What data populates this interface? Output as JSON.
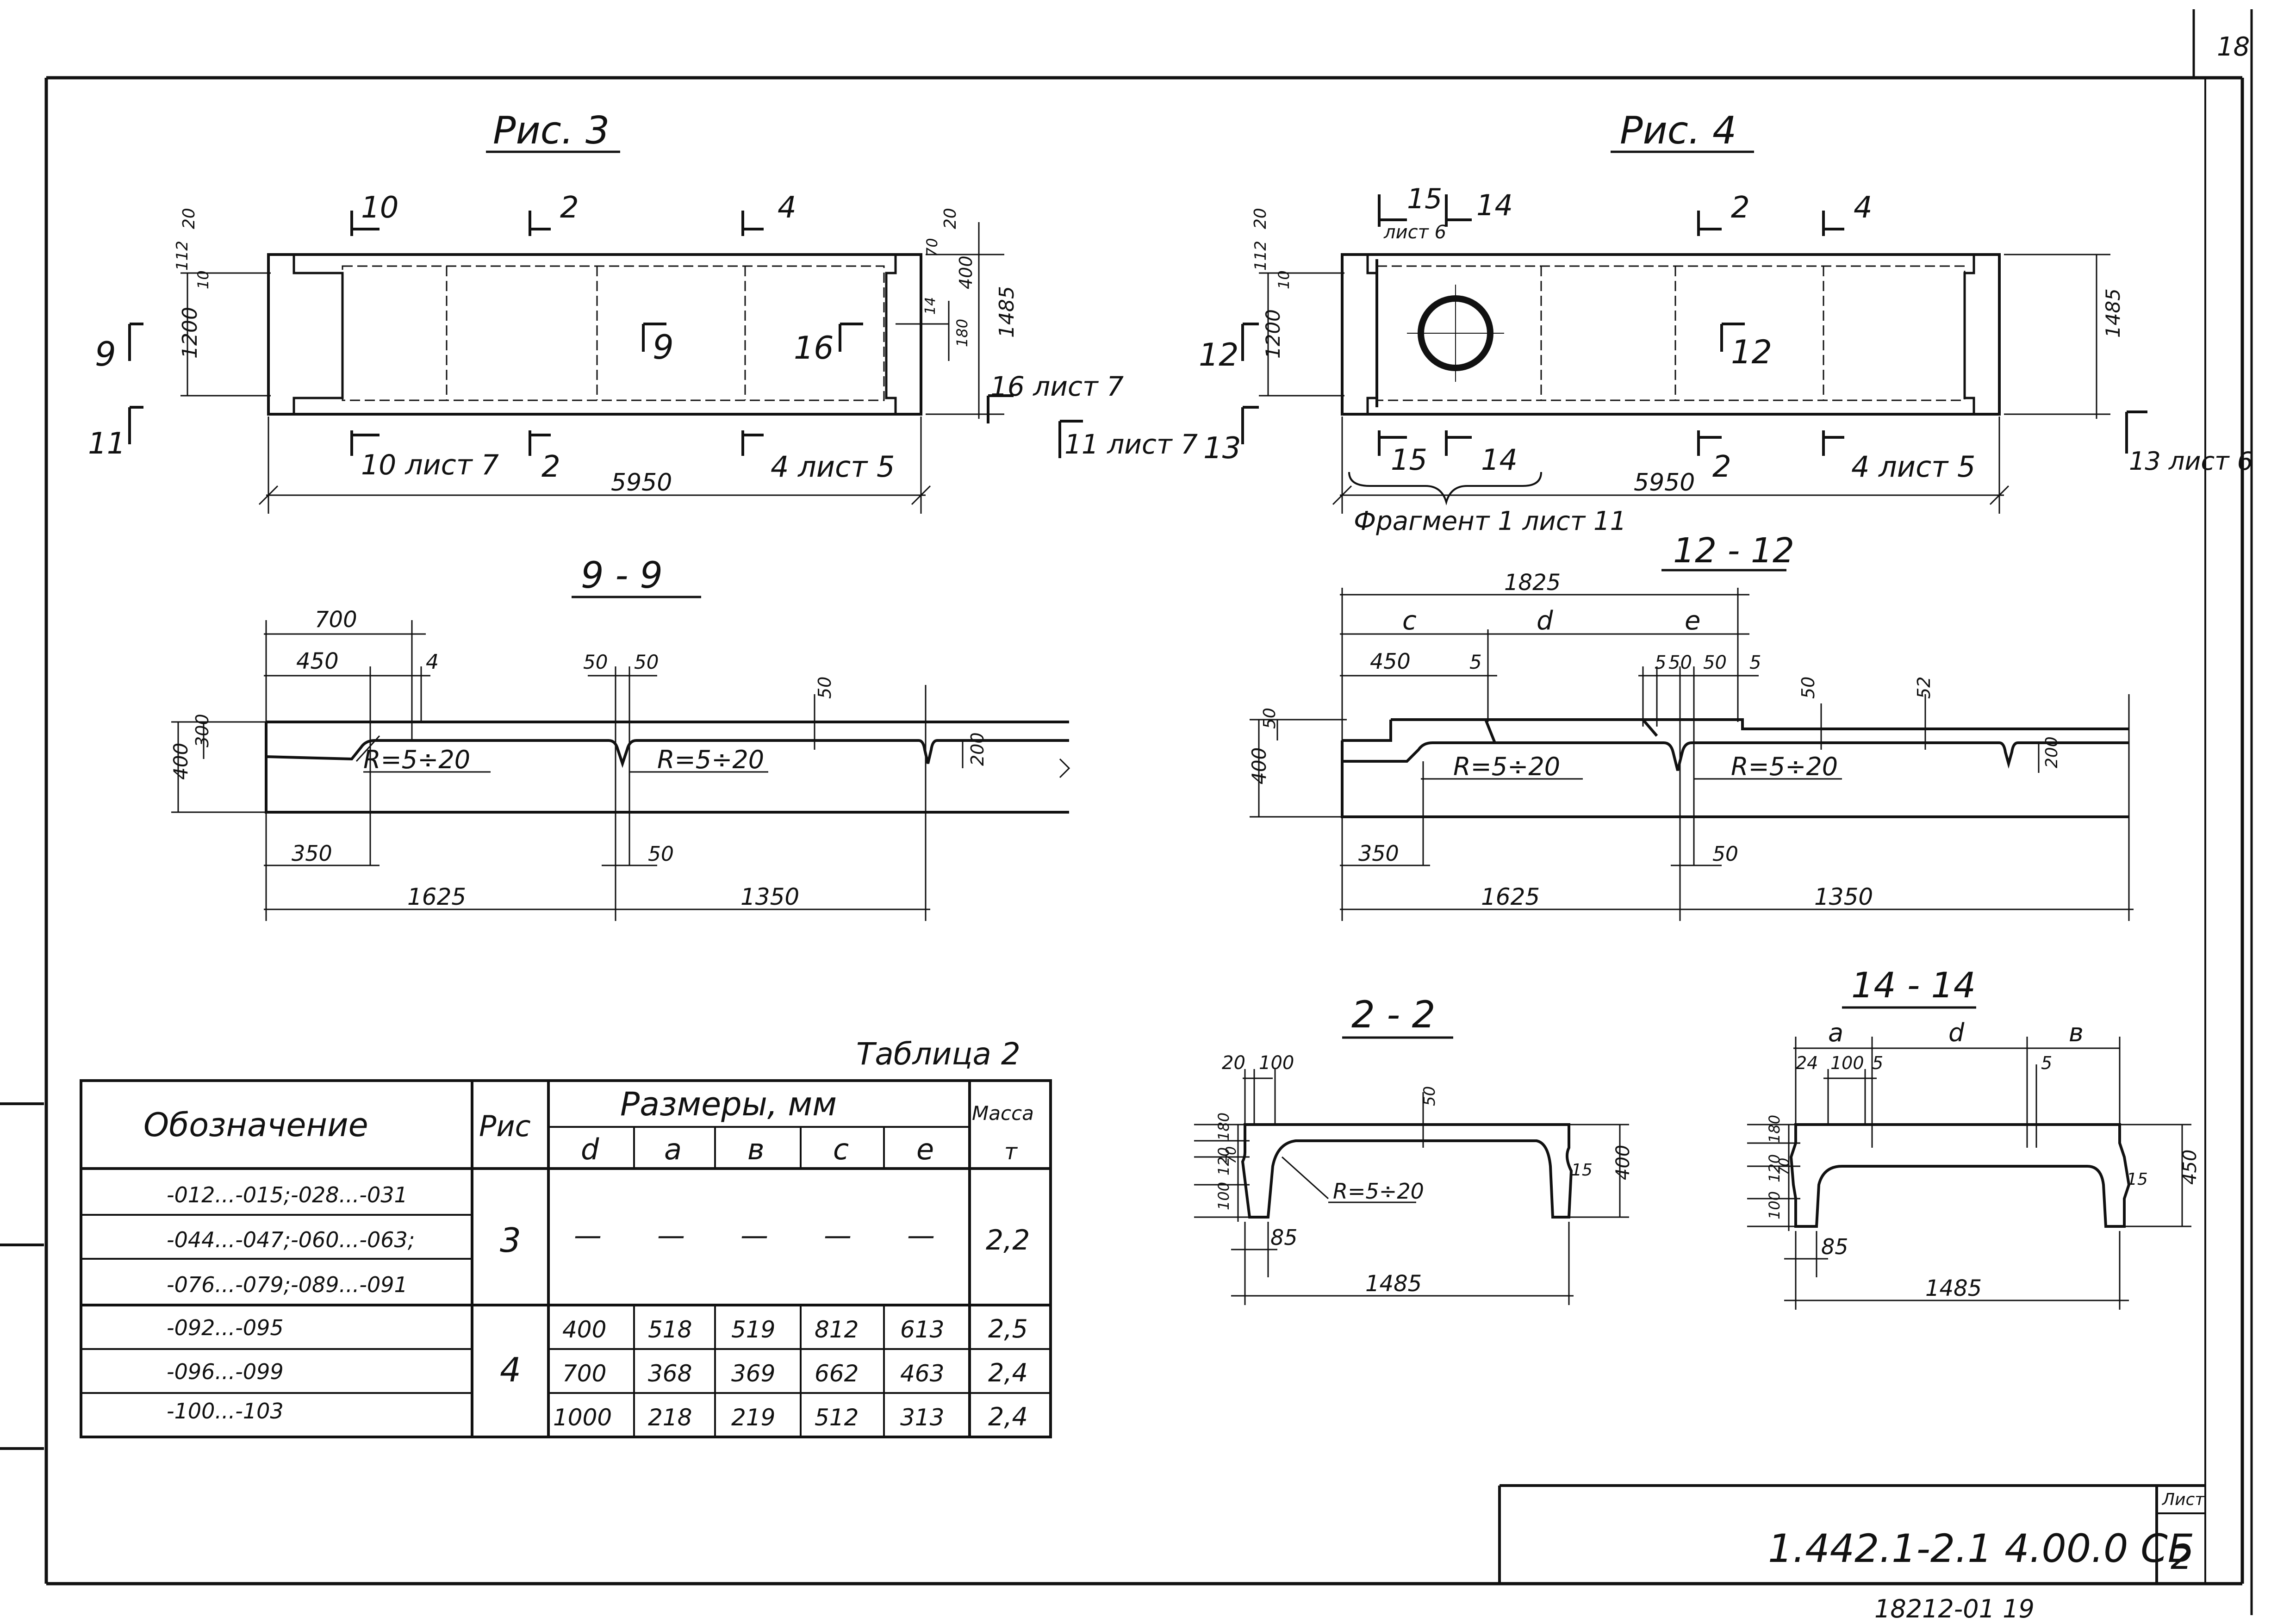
{
  "corner_number": "18",
  "drawings": {
    "fig3": {
      "title": "Рис. 3",
      "markers_top": [
        "10",
        "2",
        "4"
      ],
      "markers_bottom": [
        "10 лист 7",
        "2",
        "4 лист 5"
      ],
      "left_labels": [
        "9",
        "11"
      ],
      "inner_label": "9",
      "inner_label_right": "16",
      "right_label": "16 лист 7",
      "bottom_right_label": "11 лист 7",
      "dim_length": "5950",
      "dim_left_1": "20",
      "dim_left_2": "1200",
      "dim_right_1": "20",
      "dim_right_2": "1485",
      "dim_right_3": "400",
      "dim_small": [
        "112",
        "10",
        "70",
        "180",
        "14"
      ]
    },
    "fig4": {
      "title": "Рис. 4",
      "markers_top": [
        "15",
        "14",
        "2",
        "4"
      ],
      "marker_top_sub": "лист 6",
      "markers_bottom": [
        "15",
        "14",
        "2",
        "4 лист 5"
      ],
      "left_labels": [
        "12",
        "13"
      ],
      "inner_label": "12",
      "right_label": "13 лист 6",
      "dim_length": "5950",
      "dim_left_2": "1200",
      "dim_right": "1485",
      "dim_small": [
        "20",
        "112",
        "10"
      ],
      "fragment_label": "Фрагмент 1 лист 11"
    },
    "sec9": {
      "title": "9 - 9",
      "dims": [
        "700",
        "450",
        "4",
        "50",
        "50",
        "50",
        "400",
        "300",
        "200",
        "350",
        "50",
        "1625",
        "1350"
      ],
      "radius_1": "R=5÷20",
      "radius_2": "R=5÷20"
    },
    "sec12": {
      "title": "12 - 12",
      "dims": [
        "1825",
        "c",
        "d",
        "e",
        "450",
        "5",
        "5",
        "50",
        "50",
        "5",
        "50",
        "52",
        "50",
        "400",
        "200",
        "350",
        "50",
        "1625",
        "1350"
      ],
      "radius_1": "R=5÷20",
      "radius_2": "R=5÷20"
    },
    "sec2": {
      "title": "2 - 2",
      "dims": [
        "20",
        "100",
        "50",
        "180",
        "120",
        "70",
        "100",
        "400",
        "15",
        "85",
        "1485"
      ],
      "radius": "R=5÷20"
    },
    "sec14": {
      "title": "14 - 14",
      "dims": [
        "a",
        "d",
        "в",
        "24",
        "100",
        "5",
        "5",
        "180",
        "120",
        "70",
        "100",
        "450",
        "15",
        "85",
        "1485"
      ]
    }
  },
  "table": {
    "title": "Таблица 2",
    "headers": {
      "designation": "Обозначение",
      "fig": "Рис",
      "sizes": "Размеры, мм",
      "mass": "Масса",
      "mass_unit": "т",
      "cols": [
        "d",
        "a",
        "в",
        "c",
        "e"
      ]
    },
    "rows": [
      {
        "designation": "-012...-015;-028...-031",
        "fig": "",
        "d": "",
        "a": "",
        "b": "",
        "c": "",
        "e": "",
        "mass": ""
      },
      {
        "designation": "-044...-047;-060...-063;",
        "fig": "3",
        "d": "—",
        "a": "—",
        "b": "—",
        "c": "—",
        "e": "—",
        "mass": "2,2"
      },
      {
        "designation": "-076...-079;-089...-091",
        "fig": "",
        "d": "",
        "a": "",
        "b": "",
        "c": "",
        "e": "",
        "mass": ""
      },
      {
        "designation": "-092...-095",
        "fig": "",
        "d": "400",
        "a": "518",
        "b": "519",
        "c": "812",
        "e": "613",
        "mass": "2,5"
      },
      {
        "designation": "-096...-099",
        "fig": "4",
        "d": "700",
        "a": "368",
        "b": "369",
        "c": "662",
        "e": "463",
        "mass": "2,4"
      },
      {
        "designation": "-100...-103",
        "fig": "",
        "d": "1000",
        "a": "218",
        "b": "219",
        "c": "512",
        "e": "313",
        "mass": "2,4"
      }
    ]
  },
  "title_block": {
    "code": "1.442.1-2.1 4.00.0 СБ",
    "sheet_label": "Лист",
    "sheet": "2"
  },
  "footer_number": "18212-01   19"
}
